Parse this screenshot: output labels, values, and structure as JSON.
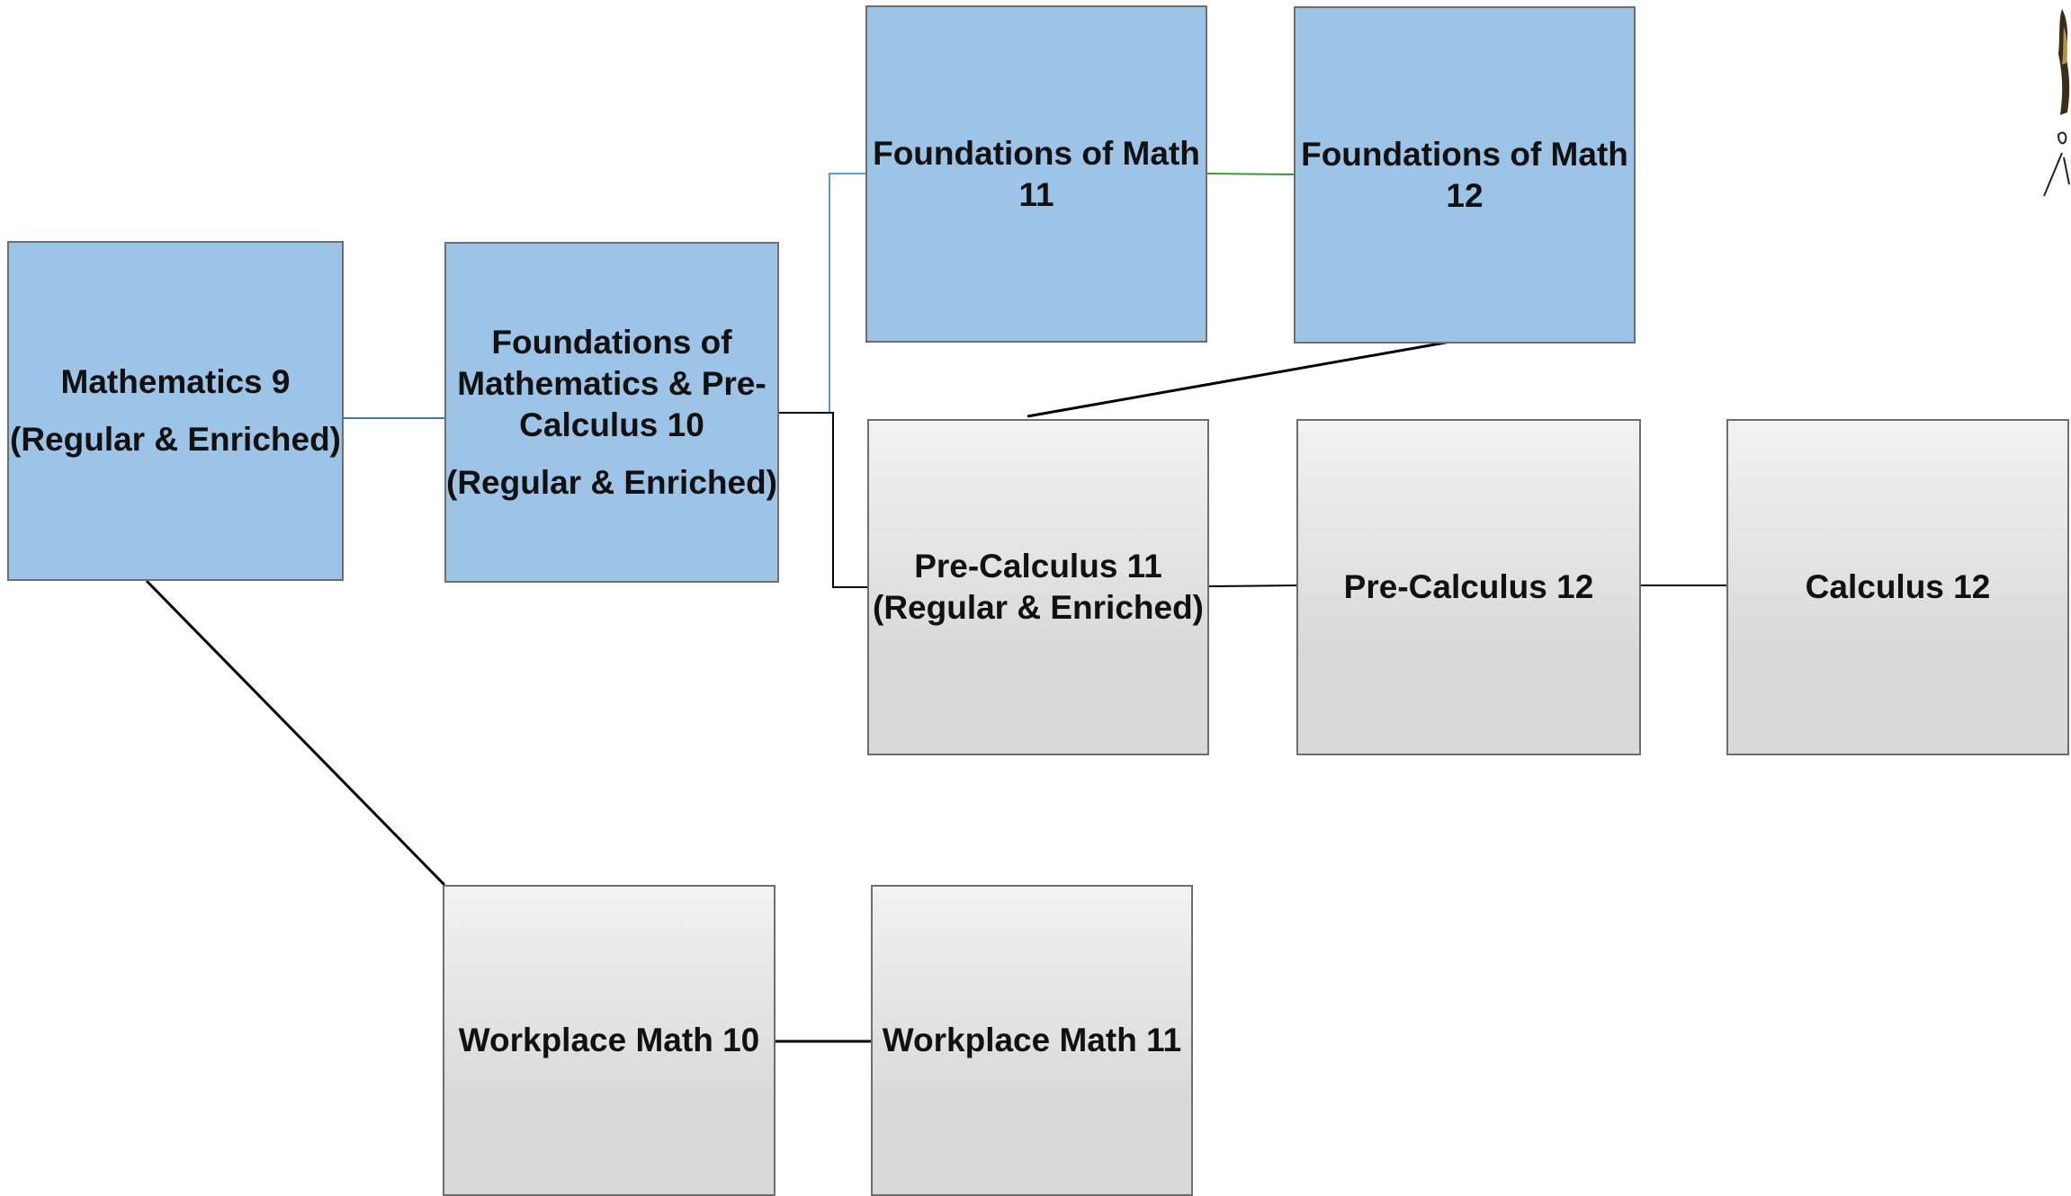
{
  "courses": {
    "math9": {
      "line1": "Mathematics 9",
      "line2": "(Regular & Enriched)"
    },
    "fpc10": {
      "line1": "Foundations of",
      "line2": "Mathematics & Pre-",
      "line3": "Calculus 10",
      "line4": "(Regular & Enriched)"
    },
    "fom11": {
      "line1": "Foundations of Math",
      "line2": "11"
    },
    "fom12": {
      "line1": "Foundations of Math",
      "line2": "12"
    },
    "pc11": {
      "line1": "Pre-Calculus 11",
      "line2": "(Regular & Enriched)"
    },
    "pc12": {
      "line1": "Pre-Calculus 12"
    },
    "calc12": {
      "line1": "Calculus 12"
    },
    "wm10": {
      "line1": "Workplace Math 10"
    },
    "wm11": {
      "line1": "Workplace Math 11"
    }
  },
  "colors": {
    "blue_box": "#9dc3e6",
    "gray_box_top": "#f2f2f2",
    "gray_box_bottom": "#d9d9d9",
    "box_border": "#6e6e6e",
    "link_blue": "#4472c4",
    "link_lightblue": "#5b9bd5",
    "link_green": "#3a9a3a",
    "link_black": "#000000"
  },
  "decoration": {
    "icon": "decorative-figure-clipart"
  }
}
